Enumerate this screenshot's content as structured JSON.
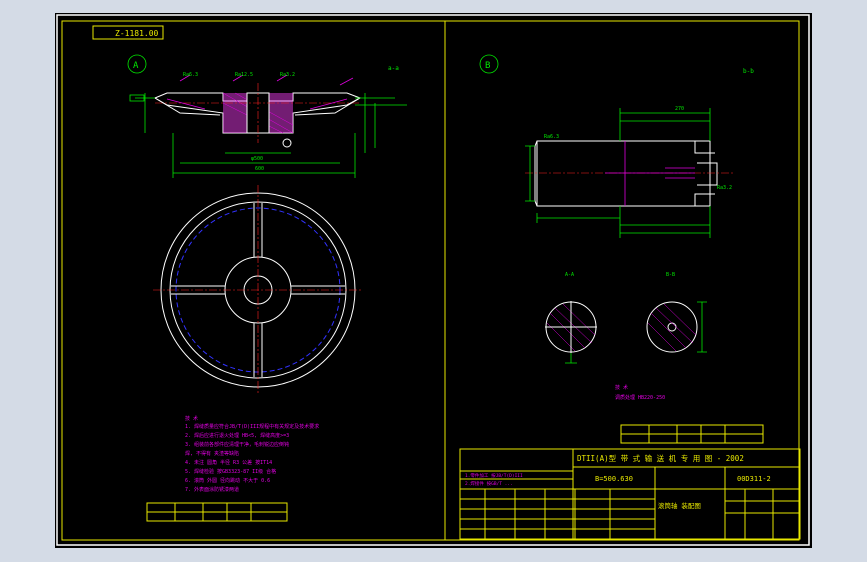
{
  "drawing_code": "Z-1181.00",
  "views": {
    "a": {
      "label": "A"
    },
    "b": {
      "label": "B"
    }
  },
  "section_markers": {
    "left": "a-a",
    "right": "b-b"
  },
  "notes_title": "技 术",
  "tech_notes": [
    "1. 焊缝质量应符合JB/T(D)III规程中有关规定及技术要求",
    "2. 焊后应进行退火处理 HB<5, 焊缝高度>=3",
    "3. 组装前各部件应清理干净，毛刺锐边应倒钝",
    "   焊, 不得有 夹渣等缺陷",
    "4. 未注 圆角 半径 R3 公差 按IT14",
    "5. 焊缝检验 按GB3323-87 II级 合格",
    "6. 滚筒 外圆 径向跳动 不大于 0.6",
    "7. 外表面涂防锈漆两道"
  ],
  "title_block": {
    "project": "DTII(A)型  带 式 输 送 机 专 用 图 - 2002",
    "spec": "B=500.630",
    "drawing_no": "00D311-2",
    "part_name": "滚筒轴 装配图"
  },
  "colors": {
    "frame": "#e8e800",
    "geometry": "#ffffff",
    "dimension": "#00e800",
    "annotation": "#e000e0",
    "hidden": "#3232ff",
    "center": "#ff2020"
  }
}
